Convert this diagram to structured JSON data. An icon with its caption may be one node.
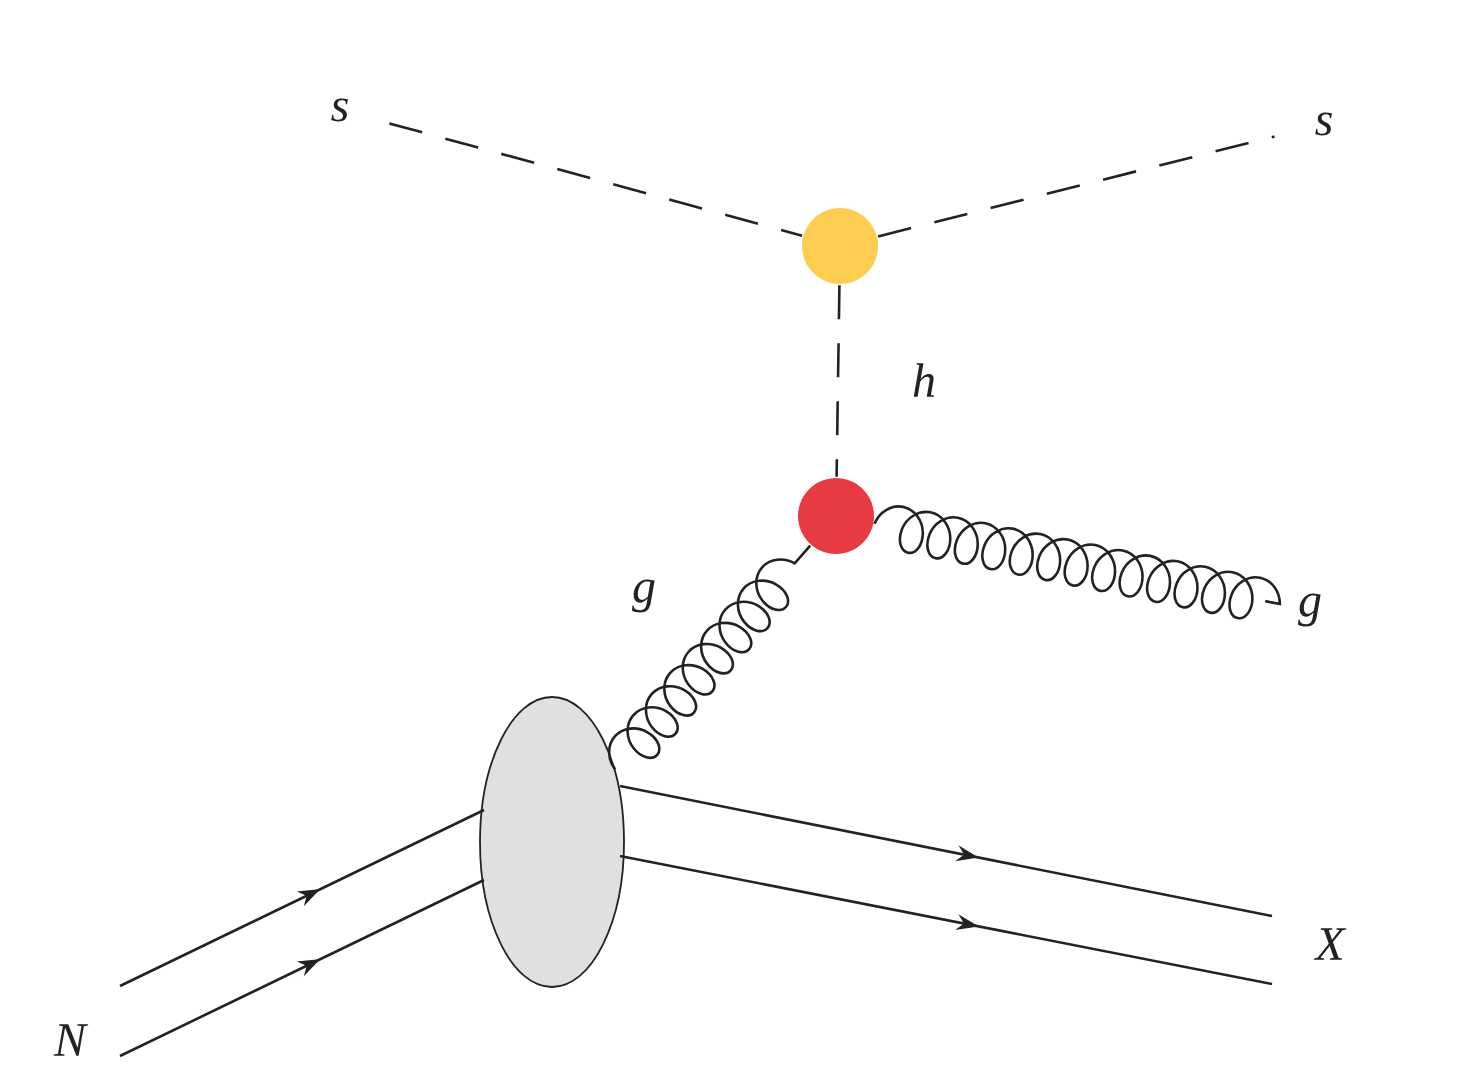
{
  "diagram": {
    "nodes": [
      {
        "text": [
          "s"
        ]
      },
      {
        "text": [
          "s"
        ]
      },
      {
        "text": [],
        "shape": "circle"
      },
      {
        "text": [],
        "shape": "circle"
      },
      {
        "text": [
          "g"
        ]
      },
      {
        "text": [],
        "shape": "ellipse"
      },
      {
        "text": [
          "N"
        ]
      },
      {
        "text": [
          "X"
        ]
      }
    ],
    "edges": [
      {
        "from": 0,
        "to": 2,
        "arrow": "none",
        "style": "dashed"
      },
      {
        "from": 2,
        "to": 1,
        "arrow": "none",
        "style": "dashed"
      },
      {
        "from": 2,
        "to": 3,
        "arrow": "none",
        "style": "dashed",
        "label": "h"
      },
      {
        "from": 5,
        "to": 3,
        "arrow": "none",
        "label": "g"
      },
      {
        "from": 3,
        "to": 4,
        "arrow": "none"
      },
      {
        "from": 6,
        "to": 5,
        "arrow": "to"
      },
      {
        "from": 6,
        "to": 5,
        "arrow": "to"
      },
      {
        "from": 5,
        "to": 7,
        "arrow": "to"
      },
      {
        "from": 5,
        "to": 7,
        "arrow": "to"
      }
    ]
  }
}
